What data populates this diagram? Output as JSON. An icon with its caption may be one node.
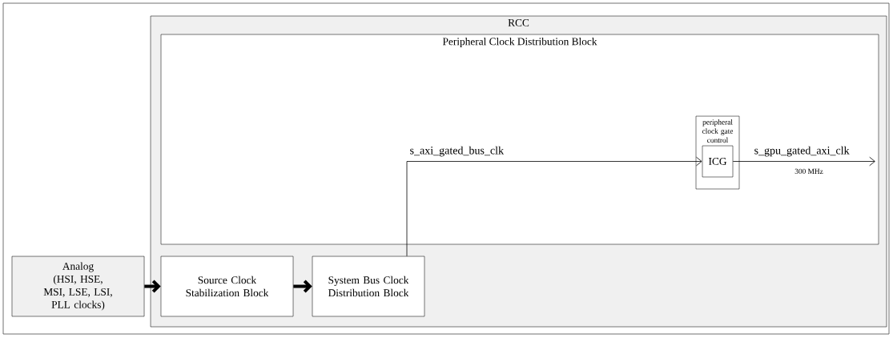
{
  "diagram": {
    "nodes": [
      {
        "text": [
          "RCC"
        ]
      },
      {
        "text": [
          "Peripheral Clock Distribution Block"
        ],
        "in": 0
      },
      {
        "text": [
          "peripheral clock gate control"
        ],
        "in": 1
      },
      {
        "text": [
          "ICG"
        ],
        "in": 2
      },
      {
        "text": [
          "Analog",
          "(HSI, HSE, MSI, LSE, LSI, PLL clocks)"
        ]
      },
      {
        "text": [
          "Source Clock Stabilization Block"
        ],
        "in": 0
      },
      {
        "text": [
          "System Bus Clock Distribution Block"
        ],
        "in": 0
      }
    ],
    "edges": [
      {
        "from": 4,
        "to": 5,
        "arrow": "to",
        "style": "thick"
      },
      {
        "from": 5,
        "to": 6,
        "arrow": "to",
        "style": "thick"
      },
      {
        "from": 6,
        "to": 3,
        "arrow": "to",
        "label": "s_axi_gated_bus_clk"
      },
      {
        "from": 3,
        "to": null,
        "arrow": "to",
        "label": "s_gpu_gated_axi_clk"
      }
    ],
    "labels": [
      "300 MHz"
    ]
  }
}
